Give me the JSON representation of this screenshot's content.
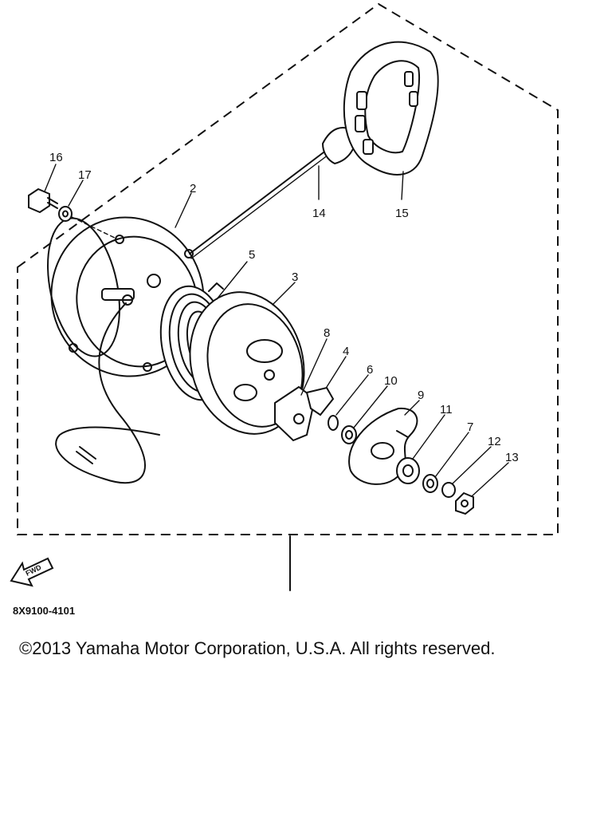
{
  "diagram": {
    "callouts": [
      {
        "id": "2",
        "label": "2"
      },
      {
        "id": "3",
        "label": "3"
      },
      {
        "id": "4",
        "label": "4"
      },
      {
        "id": "5",
        "label": "5"
      },
      {
        "id": "6",
        "label": "6"
      },
      {
        "id": "7",
        "label": "7"
      },
      {
        "id": "8",
        "label": "8"
      },
      {
        "id": "9",
        "label": "9"
      },
      {
        "id": "10",
        "label": "10"
      },
      {
        "id": "11",
        "label": "11"
      },
      {
        "id": "12",
        "label": "12"
      },
      {
        "id": "13",
        "label": "13"
      },
      {
        "id": "14",
        "label": "14"
      },
      {
        "id": "15",
        "label": "15"
      },
      {
        "id": "16",
        "label": "16"
      },
      {
        "id": "17",
        "label": "17"
      }
    ],
    "fwd_label": "FWD",
    "reference_code": "8X9100-4101"
  },
  "footer": {
    "copyright": "©2013 Yamaha Motor Corporation, U.S.A. All rights reserved."
  }
}
